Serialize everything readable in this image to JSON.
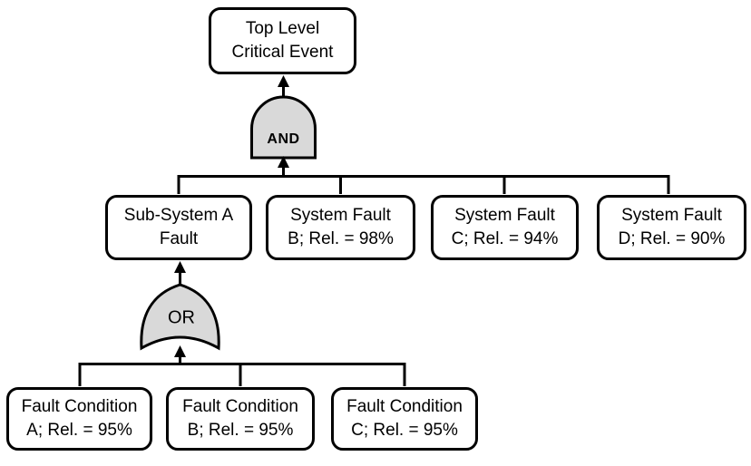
{
  "diagram": {
    "type": "fault-tree",
    "colors": {
      "background": "#FFFFFF",
      "box_fill": "#FFFFFF",
      "gate_fill": "#D9D9D9",
      "line": "#000000"
    },
    "tree": {
      "root": {
        "lines": [
          "Top Level",
          "Critical Event"
        ]
      },
      "and_gate": {
        "label": "AND"
      },
      "level2": [
        {
          "lines": [
            "Sub-System A",
            "Fault"
          ]
        },
        {
          "lines": [
            "System Fault",
            "B; Rel. = 98%"
          ]
        },
        {
          "lines": [
            "System Fault",
            "C; Rel. = 94%"
          ]
        },
        {
          "lines": [
            "System Fault",
            "D; Rel. = 90%"
          ]
        }
      ],
      "or_gate": {
        "label": "OR"
      },
      "level3": [
        {
          "lines": [
            "Fault Condition",
            "A; Rel. = 95%"
          ]
        },
        {
          "lines": [
            "Fault Condition",
            "B; Rel. = 95%"
          ]
        },
        {
          "lines": [
            "Fault Condition",
            "C; Rel. = 95%"
          ]
        }
      ]
    }
  }
}
